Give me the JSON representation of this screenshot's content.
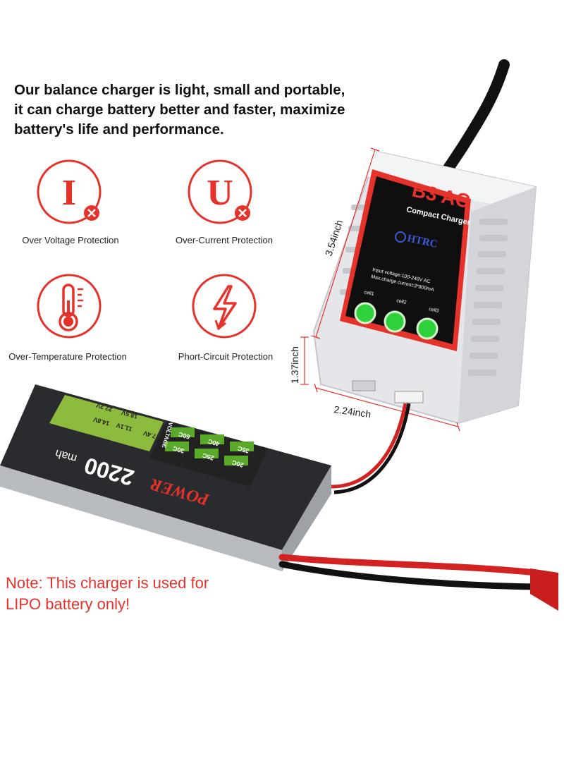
{
  "headline": [
    "Our balance charger is light, small and portable,",
    "it can charge battery better and faster, maximize",
    "battery's life and performance."
  ],
  "features": [
    {
      "label": "Over Voltage Protection",
      "icon": "voltage-I-icon",
      "glyph": "I"
    },
    {
      "label": "Over-Current Protection",
      "icon": "current-U-icon",
      "glyph": "U"
    },
    {
      "label": "Over-Temperature Protection",
      "icon": "thermometer-icon"
    },
    {
      "label": "Phort-Circuit Protection",
      "icon": "lightning-bolt-icon"
    }
  ],
  "charger": {
    "model": "B3 AC",
    "subtitle": "Compact Charger",
    "brand": "HTRC",
    "spec_line1": "Input voltage:100-240V AC",
    "spec_line2": "Max.charge current:3*800mA",
    "cells": [
      "cell1",
      "cell2",
      "cell3"
    ]
  },
  "dimensions": {
    "height": "3.54inch",
    "depth": "1.37inch",
    "width": "2.24inch"
  },
  "battery": {
    "capacity": "2200",
    "unit": "mah",
    "brand": "POWER",
    "voltage_label": "VOLTAGE",
    "voltages": [
      "7.4V",
      "11.1V",
      "14.8V",
      "18.5V",
      "22.2V"
    ],
    "c_ratings": [
      "60C",
      "40C",
      "35C",
      "30C",
      "25C",
      "20C"
    ]
  },
  "note": [
    "Note: This charger is used for",
    "LIPO battery only!"
  ],
  "colors": {
    "accent": "#e5322b",
    "led_green": "#2fd13a"
  }
}
